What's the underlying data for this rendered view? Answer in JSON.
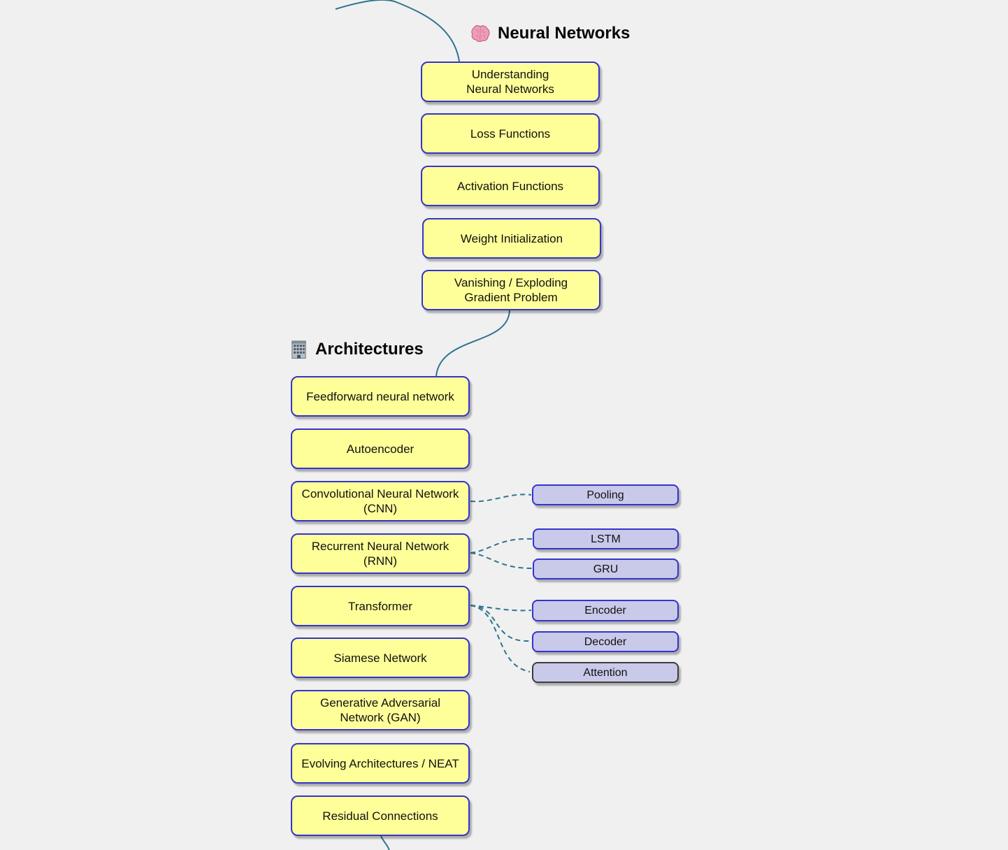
{
  "colors": {
    "background": "#f0f0f0",
    "topic_fill": "#ffff99",
    "topic_border": "#3434cb",
    "subtopic_fill": "#c9c9ea",
    "subtopic_border": "#3434cb",
    "attention_border": "#3d3d3d",
    "connector_line": "#2e7390",
    "text": "#111111"
  },
  "sections": {
    "neural_networks": {
      "title": "Neural Networks",
      "icon": "brain-icon"
    },
    "architectures": {
      "title": "Architectures",
      "icon": "office-building-icon"
    }
  },
  "neural_networks_topics": [
    {
      "label": "Understanding\nNeural Networks"
    },
    {
      "label": "Loss Functions"
    },
    {
      "label": "Activation Functions"
    },
    {
      "label": "Weight Initialization"
    },
    {
      "label": "Vanishing / Exploding\nGradient Problem"
    }
  ],
  "architectures_topics": [
    {
      "label": "Feedforward neural network"
    },
    {
      "label": "Autoencoder"
    },
    {
      "label": "Convolutional Neural Network\n(CNN)"
    },
    {
      "label": "Recurrent Neural Network\n(RNN)"
    },
    {
      "label": "Transformer"
    },
    {
      "label": "Siamese Network"
    },
    {
      "label": "Generative Adversarial\nNetwork (GAN)"
    },
    {
      "label": "Evolving Architectures / NEAT"
    },
    {
      "label": "Residual Connections"
    }
  ],
  "subtopics": [
    {
      "label": "Pooling",
      "parent": "Convolutional Neural Network (CNN)"
    },
    {
      "label": "LSTM",
      "parent": "Recurrent Neural Network (RNN)"
    },
    {
      "label": "GRU",
      "parent": "Recurrent Neural Network (RNN)"
    },
    {
      "label": "Encoder",
      "parent": "Transformer"
    },
    {
      "label": "Decoder",
      "parent": "Transformer"
    },
    {
      "label": "Attention",
      "parent": "Transformer"
    }
  ]
}
